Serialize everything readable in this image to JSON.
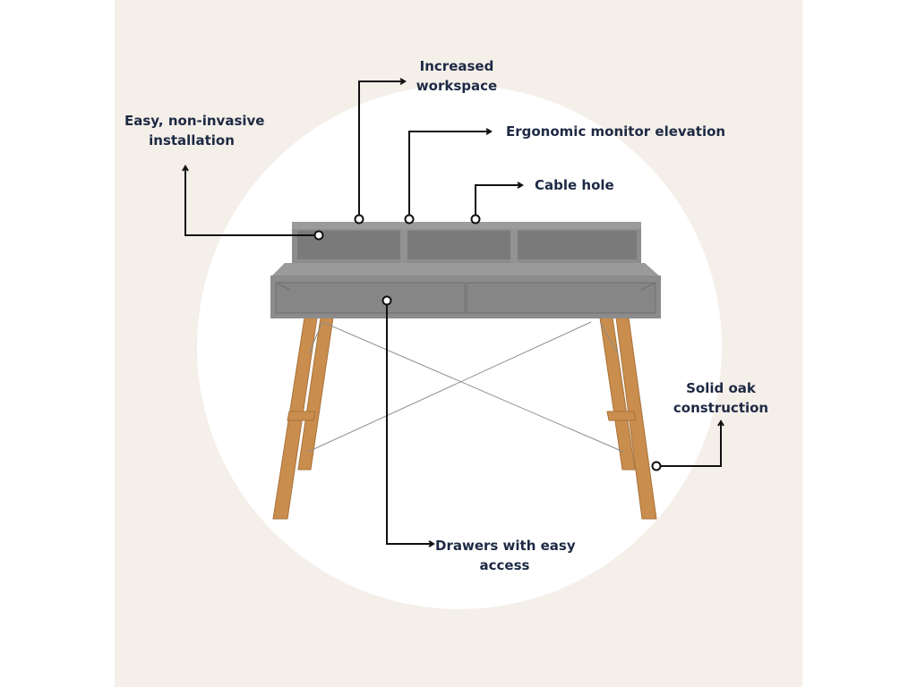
{
  "callouts": {
    "installation": {
      "line1": "Easy, non-invasive",
      "line2": "installation"
    },
    "workspace": {
      "line1": "Increased",
      "line2": "workspace"
    },
    "monitor": {
      "text": "Ergonomic monitor elevation"
    },
    "cable": {
      "text": "Cable hole"
    },
    "oak": {
      "line1": "Solid oak",
      "line2": "construction"
    },
    "drawers": {
      "line1": "Drawers with easy",
      "line2": "access"
    }
  },
  "colors": {
    "background": "#f4efe9",
    "circle": "#ffffff",
    "desk_body": "#8c8c8c",
    "desk_dark": "#6f6f6f",
    "oak": "#c98d4e",
    "text": "#1e2a44",
    "callout_line": "#111111"
  },
  "icons": [
    "arrow-up-icon",
    "arrow-right-icon"
  ]
}
